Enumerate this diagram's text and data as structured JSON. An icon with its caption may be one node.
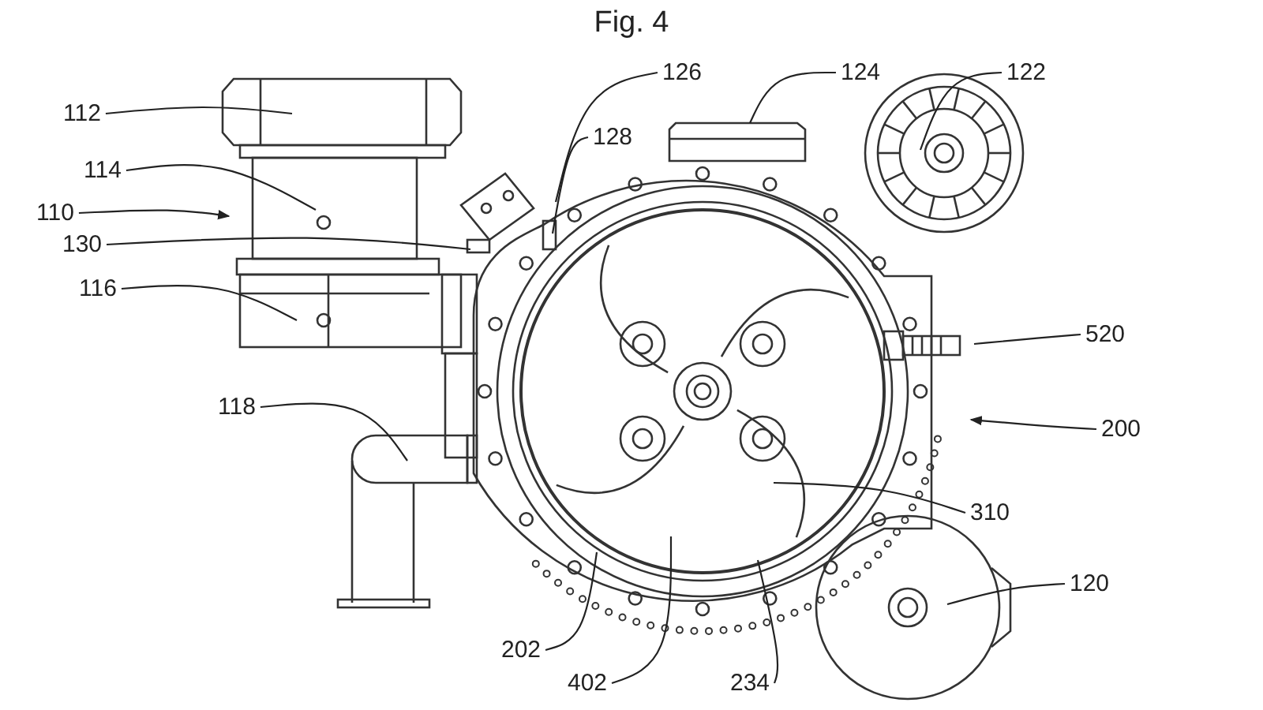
{
  "diagram": {
    "title": "Fig. 4",
    "nodes": [
      {
        "text": [
          "112"
        ]
      },
      {
        "text": [
          "114"
        ]
      },
      {
        "text": [
          "110"
        ]
      },
      {
        "text": [
          "130"
        ]
      },
      {
        "text": [
          "116"
        ]
      },
      {
        "text": [
          "118"
        ]
      },
      {
        "text": [
          "126"
        ]
      },
      {
        "text": [
          "128"
        ]
      },
      {
        "text": [
          "124"
        ]
      },
      {
        "text": [
          "122"
        ]
      },
      {
        "text": [
          "520"
        ]
      },
      {
        "text": [
          "200"
        ]
      },
      {
        "text": [
          "310"
        ]
      },
      {
        "text": [
          "120"
        ]
      },
      {
        "text": [
          "202"
        ]
      },
      {
        "text": [
          "402"
        ]
      },
      {
        "text": [
          "234"
        ]
      }
    ],
    "edges": [
      {
        "from": 0,
        "to": null,
        "arrow": "none"
      },
      {
        "from": 1,
        "to": null,
        "arrow": "none"
      },
      {
        "from": 2,
        "to": null,
        "arrow": "to"
      },
      {
        "from": 3,
        "to": null,
        "arrow": "none"
      },
      {
        "from": 4,
        "to": null,
        "arrow": "none"
      },
      {
        "from": 5,
        "to": null,
        "arrow": "none"
      },
      {
        "from": 6,
        "to": null,
        "arrow": "none"
      },
      {
        "from": 7,
        "to": null,
        "arrow": "none"
      },
      {
        "from": 8,
        "to": null,
        "arrow": "none"
      },
      {
        "from": 9,
        "to": null,
        "arrow": "none"
      },
      {
        "from": 10,
        "to": null,
        "arrow": "none"
      },
      {
        "from": 11,
        "to": null,
        "arrow": "to"
      },
      {
        "from": 12,
        "to": null,
        "arrow": "none"
      },
      {
        "from": 13,
        "to": null,
        "arrow": "none"
      },
      {
        "from": 14,
        "to": null,
        "arrow": "none"
      },
      {
        "from": 15,
        "to": null,
        "arrow": "none"
      },
      {
        "from": 16,
        "to": null,
        "arrow": "none"
      }
    ]
  }
}
